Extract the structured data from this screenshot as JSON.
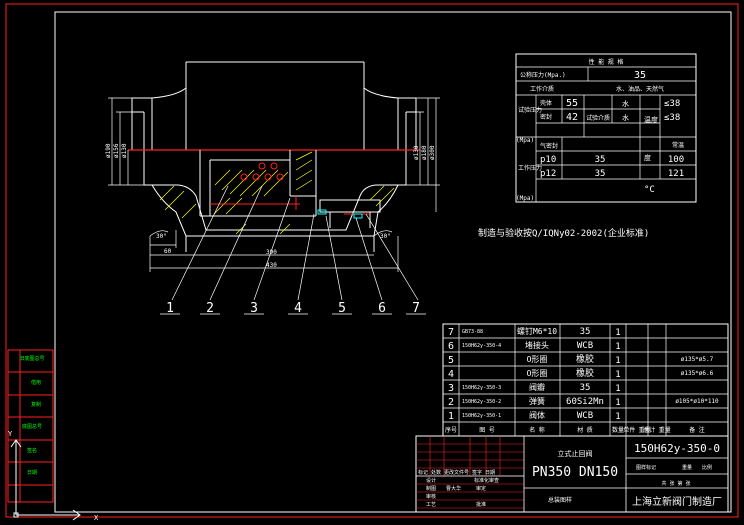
{
  "colors": {
    "bg": "#000000",
    "line": "#ffffff",
    "red": "#ff2020",
    "yellow": "#ffff00",
    "green": "#00ff00",
    "cyan": "#00ffff",
    "magenta": "#ff00ff"
  },
  "dims": {
    "d1": "ø190",
    "d2": "ø156",
    "d3": "ø130",
    "d4": "ø130",
    "d5": "ø180",
    "d6": "ø300",
    "angle1": "30°",
    "angle2": "30°",
    "len1": "60",
    "len2": "390",
    "len3": "430"
  },
  "balloons": [
    "1",
    "2",
    "3",
    "4",
    "5",
    "6",
    "7"
  ],
  "perf": {
    "title": "性 能 规 格",
    "pressure_label": "公称压力(Mpa.)",
    "pressure_value": "35",
    "medium_label": "工作介质",
    "medium_value": "水、油品、天然气",
    "test_label": "试验压力",
    "shell_label": "壳体",
    "shell_value": "55",
    "seal_label": "密封",
    "seal_value": "42",
    "test_medium_label": "试验介质",
    "water1": "水",
    "water2": "水",
    "temp_label": "温度",
    "le38_1": "≤38",
    "le38_2": "≤38",
    "mpa1": "(Mpa)",
    "airseal_label": "气密封",
    "work_label": "工作压力",
    "p10": "p10",
    "p10_value": "35",
    "p12": "p12",
    "p12_value": "35",
    "mpa2": "(Mpa)",
    "degree_label": "度",
    "temp_c": "°C",
    "normal_label": "常温",
    "t100": "100",
    "t121": "121"
  },
  "standard_note": "制造与验收按Q/IQNy02-2002(企业标准)",
  "parts": [
    {
      "no": "7",
      "code": "GB73-88",
      "name": "螺钉M6*10",
      "material": "35",
      "qty": "1",
      "remark": ""
    },
    {
      "no": "6",
      "code": "150H62y-350-4",
      "name": "堵接头",
      "material": "WCB",
      "qty": "1",
      "remark": ""
    },
    {
      "no": "5",
      "code": "",
      "name": "O形圈",
      "material": "橡胶",
      "qty": "1",
      "remark": "ø135*ø5.7"
    },
    {
      "no": "4",
      "code": "",
      "name": "O形圈",
      "material": "橡胶",
      "qty": "1",
      "remark": "ø135*ø6.6"
    },
    {
      "no": "3",
      "code": "150H62y-350-3",
      "name": "阀瓣",
      "material": "35",
      "qty": "1",
      "remark": ""
    },
    {
      "no": "2",
      "code": "150H62y-350-2",
      "name": "弹簧",
      "material": "60Si2Mn",
      "qty": "1",
      "remark": "ø105*ø10*110"
    },
    {
      "no": "1",
      "code": "150H62y-350-1",
      "name": "阀体",
      "material": "WCB",
      "qty": "1",
      "remark": ""
    }
  ],
  "parts_header": {
    "no": "序号",
    "code": "图 号",
    "name": "名 称",
    "material": "材 质",
    "qty": "数量",
    "unit_wt": "单件 重量",
    "total_wt": "总计 重量",
    "remark": "备 注"
  },
  "title_block": {
    "product": "立式止回阀",
    "spec": "PN350 DN150",
    "drawing_no": "150H62y-350-0",
    "assembly": "总装图样",
    "company": "上海立新阀门制造厂",
    "stage_label": "图样标记",
    "weight_label": "重量",
    "scale_label": "比例",
    "sheet": "共 张 第 张",
    "rev_row": "标记 处数 更改文件号 签字 日期",
    "design": "设计",
    "draw": "制图",
    "check": "审核",
    "craft": "工艺",
    "std_check": "标准化审查",
    "std_check2": "曹大华",
    "approve": "批准",
    "approve2": "审定"
  },
  "side_labels": [
    "旧底图总号",
    "借用",
    "复制",
    "底图总号",
    "签名",
    "日期"
  ]
}
